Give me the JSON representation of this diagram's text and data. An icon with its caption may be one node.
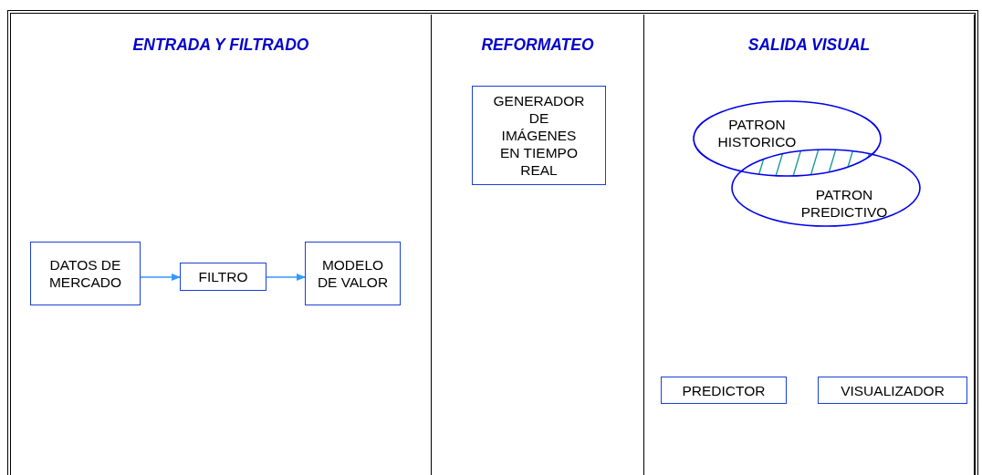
{
  "diagram": {
    "nodes": [
      {
        "text": [
          "ENTRADA Y FILTRADO"
        ]
      },
      {
        "text": [
          "DATOS DE MERCADO"
        ],
        "in": 0
      },
      {
        "text": [
          "FILTRO"
        ],
        "in": 0
      },
      {
        "text": [
          "MODELO DE VALOR"
        ],
        "in": 0
      },
      {
        "text": [
          "REFORMATEO"
        ]
      },
      {
        "text": [
          "GENERADOR DE IMÁGENES EN TIEMPO REAL"
        ],
        "in": 4
      },
      {
        "text": [
          "SALIDA VISUAL"
        ]
      },
      {
        "text": [
          "PATRON HISTORICO"
        ],
        "in": 6
      },
      {
        "text": [
          "PATRON PREDICTIVO"
        ],
        "in": 6
      },
      {
        "text": [
          "PREDICTOR"
        ],
        "in": 6
      },
      {
        "text": [
          "VISUALIZADOR"
        ],
        "in": 6
      }
    ],
    "edges": [
      {
        "from": 1,
        "to": 2,
        "arrow": "to"
      },
      {
        "from": 2,
        "to": 3,
        "arrow": "to"
      }
    ]
  }
}
